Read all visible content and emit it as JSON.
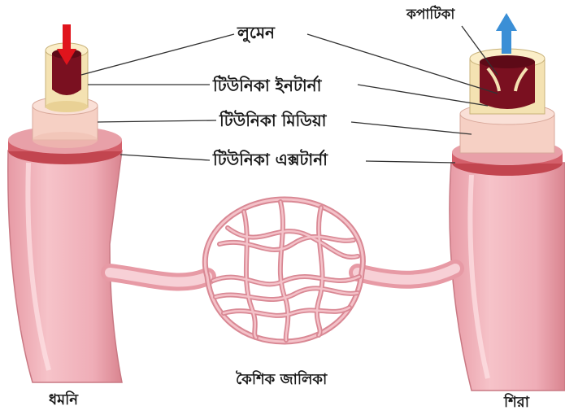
{
  "labels": {
    "lumen": "লুমেন",
    "tunica_interna": "টিউনিকা ইনটার্না",
    "tunica_media": "টিউনিকা মিডিয়া",
    "tunica_externa": "টিউনিকা এক্সটার্না",
    "valve": "কপাটিকা",
    "capillary_network": "কৈশিক জালিকা",
    "artery": "ধমনি",
    "vein": "শিরা"
  },
  "colors": {
    "vessel_pink": "#f0b3bb",
    "vessel_shadow": "#d98894",
    "externa_band": "#c2454f",
    "media": "#f6d0c4",
    "interna": "#f4e2b2",
    "lumen": "#7a1020",
    "flow_in_arrow": "#e0141c",
    "flow_out_arrow": "#3b8fd6",
    "leader_line": "#333333"
  }
}
